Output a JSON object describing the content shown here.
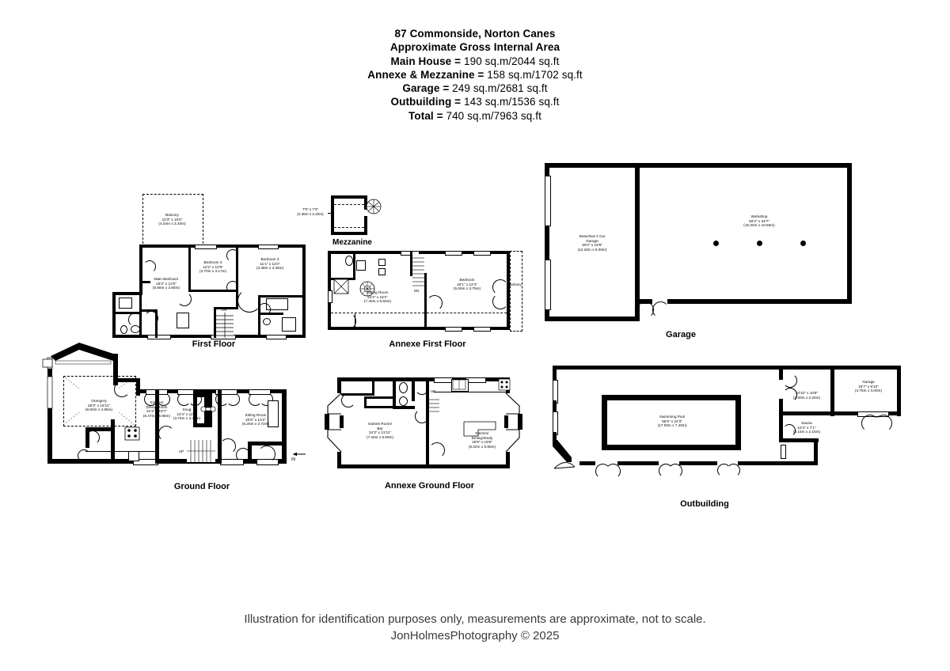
{
  "header": {
    "title": "87 Commonside, Norton Canes",
    "subtitle": "Approximate Gross Internal Area",
    "lines": [
      {
        "label": "Main House = ",
        "value": "190 sq.m/2044 sq.ft"
      },
      {
        "label": "Annexe & Mezzanine = ",
        "value": "158 sq.m/1702 sq.ft"
      },
      {
        "label": "Garage = ",
        "value": "249 sq.m/2681 sq.ft"
      },
      {
        "label": "Outbuilding = ",
        "value": "143 sq.m/1536 sq.ft"
      },
      {
        "label": "Total = ",
        "value": "740 sq.m/7963 sq.ft"
      }
    ]
  },
  "captions": {
    "first_floor": "First Floor",
    "mezzanine": "Mezzanine",
    "annexe_first_floor": "Annexe First Floor",
    "garage": "Garage",
    "ground_floor": "Ground Floor",
    "annexe_ground_floor": "Annexe Ground Floor",
    "outbuilding": "Outbuilding"
  },
  "first_floor": {
    "balcony": {
      "name": "Balcony",
      "imperial": "13'3\" x 10'6\"",
      "metric": "(4.04m x 3.20m)"
    },
    "main_bedroom": {
      "name": "Main Bedroom",
      "imperial": "18'3\" x 12'0\"",
      "metric": "(5.56m x 3.65m)"
    },
    "bedroom2": {
      "name": "Bedroom 2",
      "imperial": "12'2\" x 10'5\"",
      "metric": "(3.70m x 3.17m)"
    },
    "bedroom3": {
      "name": "Bedroom 3",
      "imperial": "11'1\" x 11'0\"",
      "metric": "(3.38m x 3.35m)"
    },
    "stairs_label": "DN"
  },
  "mezzanine": {
    "imperial": "7'9\" x 7'3\"",
    "metric": "(2.35m x 2.20m)"
  },
  "annexe_first_floor": {
    "sitting_room": {
      "name": "Sitting Room",
      "imperial": "24'3\" x 18'1\"",
      "metric": "(7.40m x 5.50m)"
    },
    "bedroom": {
      "name": "Bedroom",
      "imperial": "18'1\" x 12'4\"",
      "metric": "(5.50m x 3.75m)"
    },
    "balcony": {
      "name": "Balcony"
    },
    "stairs_label": "DN"
  },
  "garage": {
    "detached": {
      "name1": "Detached 4 Car",
      "name2": "Garage",
      "imperial": "40'0\" x 19'8\"",
      "metric": "(12.20m x 6.00m)"
    },
    "workshop": {
      "name": "Workshop",
      "imperial": "50'3\" x 34'7\"",
      "metric": "(15.32m x 10.55m)"
    }
  },
  "ground_floor": {
    "orangery": {
      "name": "Orangery",
      "imperial": "28'3\" x 15'11\"",
      "metric": "(8.60m x 4.85m)"
    },
    "kitchen": {
      "name1": "Kitchen/",
      "name2": "Dining Room",
      "imperial": "21'3\" x 19'7\"",
      "metric": "(6.47m x 5.98m)"
    },
    "snug": {
      "name": "Snug",
      "imperial": "12'4\" x 11'5\"",
      "metric": "(3.75m x 3.48m)"
    },
    "sitting_room": {
      "name": "Sitting Room",
      "imperial": "20'6\" x 12'2\"",
      "metric": "(6.25m x 3.72m)"
    },
    "stairs_label": "UP",
    "entry_label": "IN"
  },
  "annexe_ground_floor": {
    "games_room": {
      "name1": "Games Room/",
      "name2": "Bar",
      "imperial": "24'3\" x 21'11\"",
      "metric": "(7.40m x 6.69m)"
    },
    "kitchen": {
      "name1": "Kitchen/",
      "name2": "Dining/Study",
      "imperial": "19'9\" x 19'6\"",
      "metric": "(6.02m x 5.95m)"
    },
    "stairs_label": "UP"
  },
  "outbuilding": {
    "pool": {
      "name": "Swimming Pool",
      "imperial": "55'9\" x 24'3\"",
      "metric": "(17.00m x 7.40m)"
    },
    "room": {
      "imperial": "10'10\" x 10'8\"",
      "metric": "(3.30m x 3.25m)"
    },
    "sauna": {
      "name": "Sauna",
      "imperial": "10'4\" x 7'1\"",
      "metric": "(3.15m x 2.15m)"
    },
    "garage": {
      "name": "Garage",
      "imperial": "15'7\" x 9'10\"",
      "metric": "(4.75m x 3.00m)"
    }
  },
  "footer": {
    "disclaimer": "Illustration for identification purposes only, measurements are approximate, not to scale.",
    "copyright": "JonHolmesPhotography © 2025"
  },
  "colors": {
    "wall": "#000000",
    "background": "#ffffff",
    "text": "#000000",
    "footer_text": "#3a3a3a"
  }
}
